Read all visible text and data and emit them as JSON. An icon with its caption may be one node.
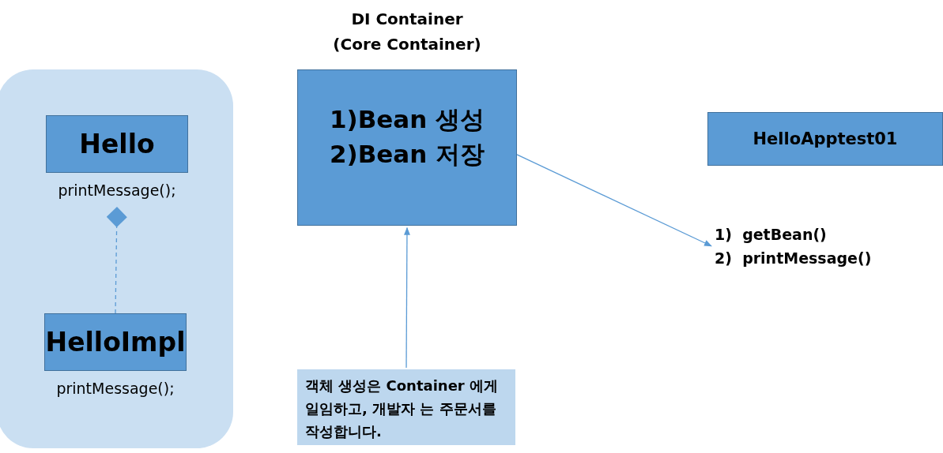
{
  "diagram": {
    "nodes": [
      {
        "text": [],
        "shape": "box"
      },
      {
        "text": [
          "Hello"
        ],
        "beside": [
          "printMessage();"
        ],
        "in": 0
      },
      {
        "text": [
          "HelloImpl"
        ],
        "beside": [
          "printMessage();"
        ],
        "in": 0
      },
      {
        "text": [
          "DI Container (Core Container)",
          "1)Bean 생성 2)Bean 저장"
        ]
      },
      {
        "text": [
          "HelloApptest01"
        ]
      },
      {
        "text": [
          "1)  getBean()",
          "2)  printMessage()"
        ]
      },
      {
        "text": [
          "객체 생성은 Container 에게 일임하고, 개발자 는 주문서를 작성합니다."
        ]
      }
    ],
    "edges": [
      {
        "from": 2,
        "to": 1,
        "arrow": "other",
        "style": "dashed"
      },
      {
        "from": 3,
        "to": 5,
        "arrow": "to"
      },
      {
        "from": 6,
        "to": 3,
        "arrow": "to"
      }
    ]
  }
}
